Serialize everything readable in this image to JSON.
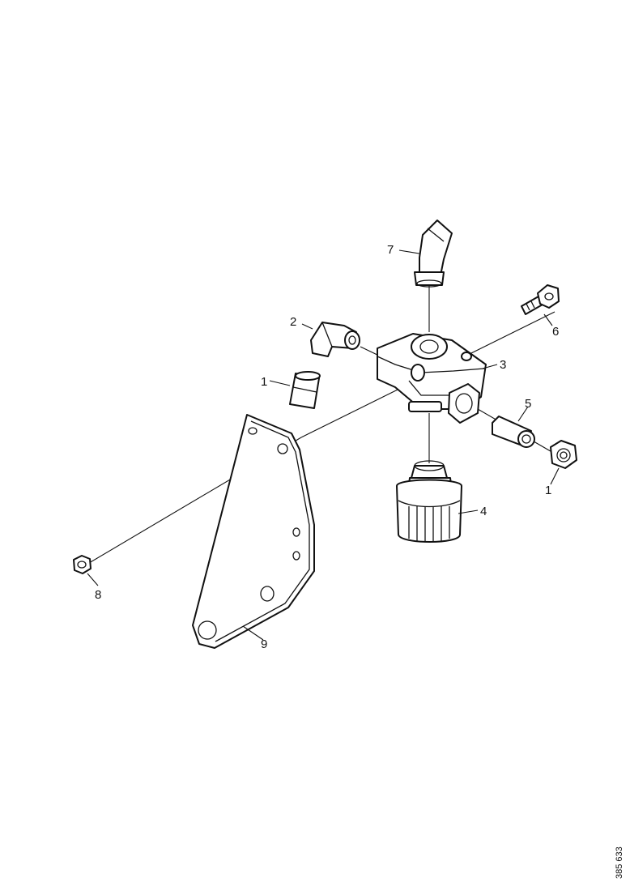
{
  "callouts": {
    "c1a": "1",
    "c1b": "1",
    "c2": "2",
    "c3": "3",
    "c4": "4",
    "c5": "5",
    "c6": "6",
    "c7": "7",
    "c8": "8",
    "c9": "9"
  },
  "reference_number": "385 633"
}
